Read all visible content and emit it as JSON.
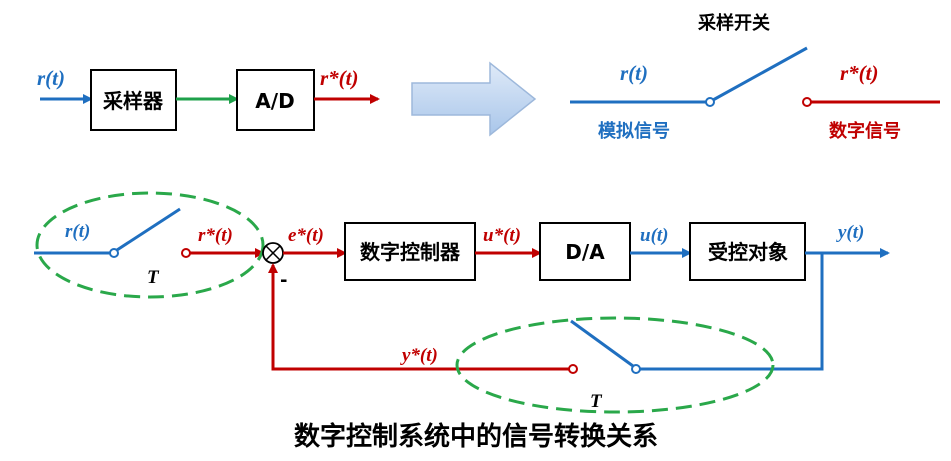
{
  "top": {
    "r_in": "r(t)",
    "sampler_label": "采样器",
    "ad_label": "A/D",
    "r_star_out": "r*(t)",
    "switch_title": "采样开关",
    "r_right": "r(t)",
    "r_star_right": "r*(t)",
    "analog_label": "模拟信号",
    "digital_label": "数字信号"
  },
  "bottom": {
    "r_in": "r(t)",
    "r_star": "r*(t)",
    "T_left": "T",
    "minus": "-",
    "e_star": "e*(t)",
    "controller_label": "数字控制器",
    "u_star": "u*(t)",
    "da_label": "D/A",
    "u_out": "u(t)",
    "plant_label": "受控对象",
    "y_out": "y(t)",
    "y_star": "y*(t)",
    "T_right": "T",
    "caption": "数字控制系统中的信号转换关系"
  },
  "colors": {
    "analog": "#1f6fc0",
    "digital": "#c00000",
    "sampled_green": "#1ea04a",
    "ellipse": "#2aa84a",
    "arrow_fill": "#c9ddf3"
  }
}
